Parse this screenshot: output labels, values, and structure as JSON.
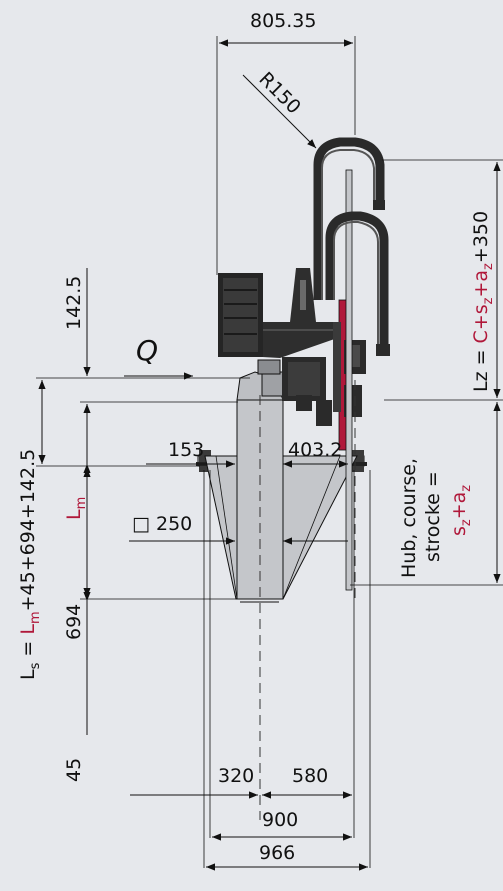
{
  "dimensions": {
    "top_width": "805.35",
    "radius": "R150",
    "lz_label_a": "Lz = ",
    "lz_label_b": "C+s",
    "lz_label_c": "z",
    "lz_label_d": "+a",
    "lz_label_e": "z",
    "lz_label_f": "+350",
    "h_142": "142.5",
    "q_label": "Q",
    "dim_153": "153",
    "dim_403": "403.2",
    "square_250": "□ 250",
    "dim_694": "694",
    "dim_45": "45",
    "dim_320": "320",
    "dim_580": "580",
    "dim_900": "900",
    "dim_966": "966",
    "lm_label": "Lm",
    "ls_a": "L",
    "ls_b": "s",
    "ls_c": " = ",
    "ls_d": "L",
    "ls_e": "m",
    "ls_f": "+45+694+142.5",
    "hub_line1": "Hub, course,",
    "hub_line2": "strocke =",
    "hub_line3a": "s",
    "hub_line3b": "z",
    "hub_line3c": "+a",
    "hub_line3d": "z"
  },
  "colors": {
    "background": "#e6e8ec",
    "accent_red": "#b0183a",
    "steel_gray": "#c4c6ca",
    "dark": "#2a2a2a"
  }
}
